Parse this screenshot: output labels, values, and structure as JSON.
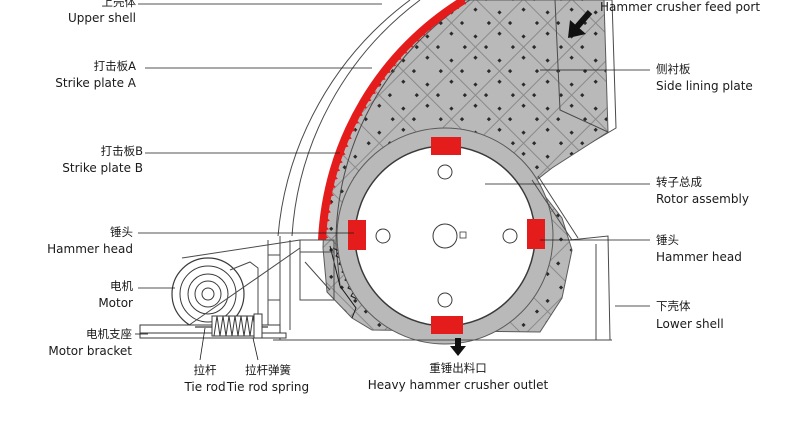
{
  "colors": {
    "liner_fill": "#b9b9b9",
    "liner_tile_stroke": "#7a7a7a",
    "rotor_face": "#ffffff",
    "hammer_red": "#e51c1c",
    "accent_red": "#e51c1c",
    "text": "#1a1a1a",
    "lines": "#3a3a3a"
  },
  "labels": {
    "upper_shell": {
      "zh": "上壳体",
      "en": "Upper shell"
    },
    "strike_plate_a": {
      "zh": "打击板A",
      "en": "Strike plate A"
    },
    "strike_plate_b": {
      "zh": "打击板B",
      "en": "Strike plate B"
    },
    "hammer_head_left": {
      "zh": "锤头",
      "en": "Hammer head"
    },
    "motor": {
      "zh": "电机",
      "en": "Motor"
    },
    "motor_bracket": {
      "zh": "电机支座",
      "en": "Motor bracket"
    },
    "tie_rod": {
      "zh": "拉杆",
      "en": "Tie rod"
    },
    "tie_rod_spring": {
      "zh": "拉杆弹簧",
      "en": "Tie rod spring"
    },
    "feed_port": {
      "en": "Hammer crusher feed port"
    },
    "side_lining_plate": {
      "zh": "侧衬板",
      "en": "Side lining plate"
    },
    "rotor_assembly": {
      "zh": "转子总成",
      "en": "Rotor assembly"
    },
    "hammer_head_right": {
      "zh": "锤头",
      "en": "Hammer head"
    },
    "lower_shell": {
      "zh": "下壳体",
      "en": "Lower shell"
    },
    "outlet": {
      "zh": "重锤出料口",
      "en": "Heavy hammer crusher outlet"
    }
  },
  "icons": {
    "feed_arrow": "arrow-down-left-icon",
    "outlet_arrow": "arrow-down-icon"
  }
}
